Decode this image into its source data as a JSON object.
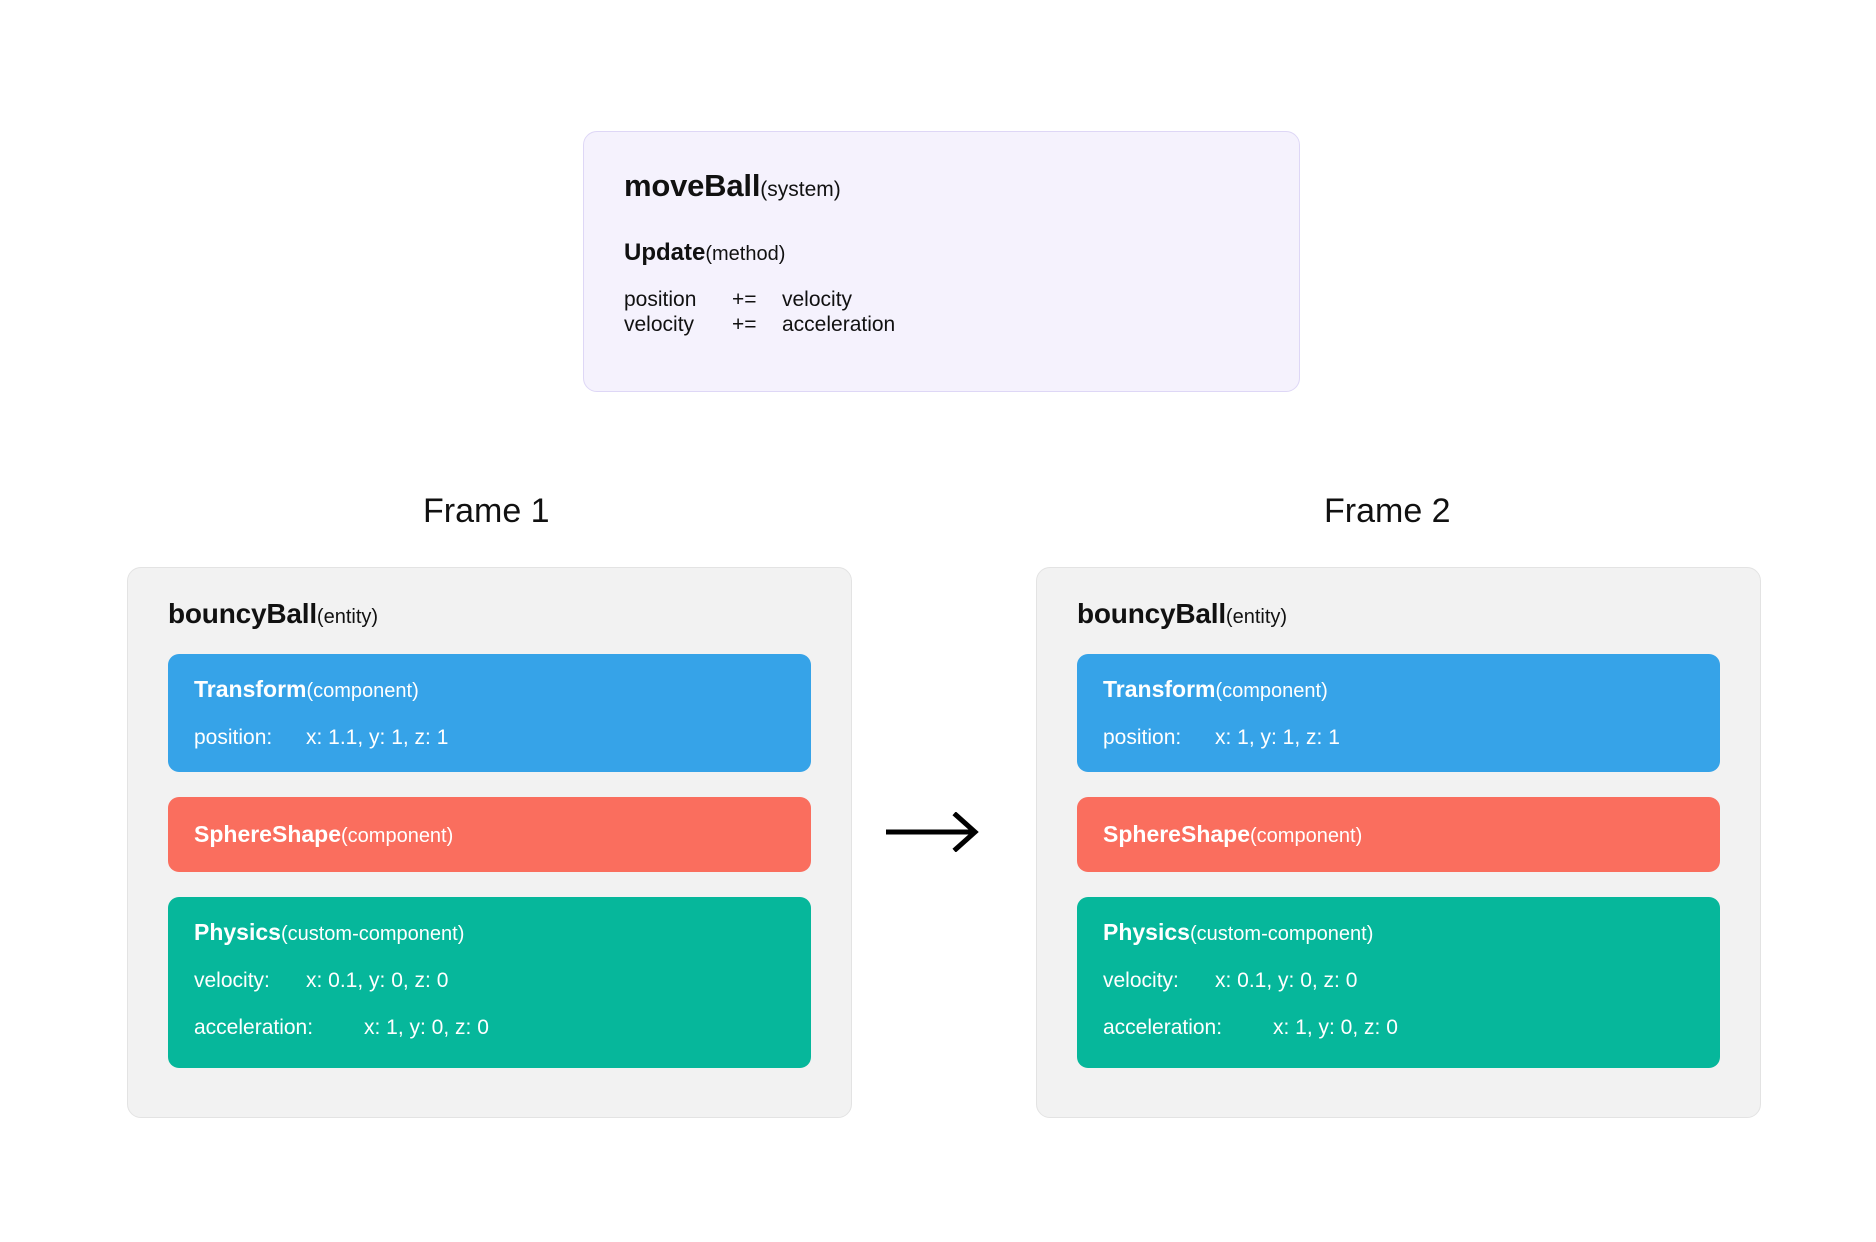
{
  "diagram": {
    "type": "ecs-frame-comparison",
    "system": {
      "name": "moveBall",
      "kind": "(system)",
      "method_name": "Update",
      "method_kind": "(method)",
      "statements": [
        {
          "lhs": "position",
          "op": "+=",
          "rhs": "velocity"
        },
        {
          "lhs": "velocity",
          "op": "+=",
          "rhs": "acceleration"
        }
      ]
    },
    "arrow": {
      "icon": "arrow-right-icon"
    },
    "colors": {
      "system_background": "#f5f2fd",
      "system_border": "#ded7f6",
      "entity_background": "#f2f2f2",
      "entity_border": "#e3e3e3",
      "transform_component": "#36a3e8",
      "shape_component": "#fa6e5e",
      "physics_component": "#06b79b",
      "text": "#111111",
      "component_text": "#ffffff"
    },
    "frames": [
      {
        "label": "Frame 1",
        "entity_name": "bouncyBall",
        "entity_kind": "(entity)",
        "components": [
          {
            "name": "Transform",
            "kind": "(component)",
            "properties": [
              {
                "key": "position:",
                "value": "x: 1.1, y: 1, z: 1"
              }
            ]
          },
          {
            "name": "SphereShape",
            "kind": "(component)",
            "properties": []
          },
          {
            "name": "Physics",
            "kind": "(custom-component)",
            "properties": [
              {
                "key": "velocity:",
                "value": "x: 0.1, y: 0, z: 0"
              },
              {
                "key": "acceleration:",
                "value": "x: 1, y: 0, z: 0"
              }
            ]
          }
        ]
      },
      {
        "label": "Frame 2",
        "entity_name": "bouncyBall",
        "entity_kind": "(entity)",
        "components": [
          {
            "name": "Transform",
            "kind": "(component)",
            "properties": [
              {
                "key": "position:",
                "value": "x: 1, y: 1, z: 1"
              }
            ]
          },
          {
            "name": "SphereShape",
            "kind": "(component)",
            "properties": []
          },
          {
            "name": "Physics",
            "kind": "(custom-component)",
            "properties": [
              {
                "key": "velocity:",
                "value": "x: 0.1, y: 0, z: 0"
              },
              {
                "key": "acceleration:",
                "value": "x: 1, y: 0, z: 0"
              }
            ]
          }
        ]
      }
    ]
  }
}
